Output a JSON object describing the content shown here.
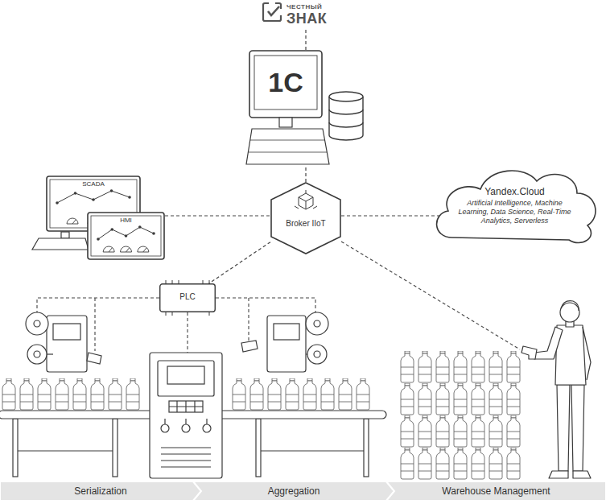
{
  "diagram": {
    "nodes": [
      {
        "text": [
          "ЧЕСТНЫЙ",
          "ЗНАК"
        ]
      },
      {
        "text": [
          "1С"
        ]
      },
      {
        "text": [
          "SCADA"
        ]
      },
      {
        "text": [
          "HMI"
        ]
      },
      {
        "text": [
          "Broker IIoT"
        ]
      },
      {
        "text": [
          "Yandex.Cloud",
          "Artificial Intelligence, Machine Learning, Data Science, Real-Time Analytics, Serverless"
        ]
      },
      {
        "text": [
          "PLC"
        ]
      },
      {
        "text": [
          "Serialization"
        ]
      },
      {
        "text": [
          "Aggregation"
        ]
      },
      {
        "text": [
          "Warehouse Management"
        ]
      }
    ],
    "edges": [
      {
        "from": 0,
        "to": 1,
        "arrow": "none"
      },
      {
        "from": 1,
        "to": 4,
        "arrow": "none"
      },
      {
        "from": 3,
        "to": 4,
        "arrow": "none"
      },
      {
        "from": 4,
        "to": 5,
        "arrow": "none"
      },
      {
        "from": 4,
        "to": 6,
        "arrow": "none"
      }
    ]
  }
}
